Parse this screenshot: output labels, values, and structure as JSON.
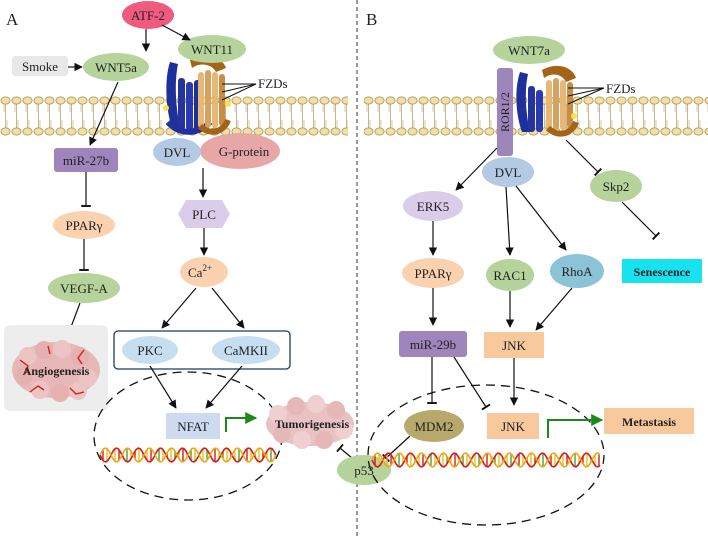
{
  "panel_a": {
    "label": "A",
    "atf2": "ATF-2",
    "smoke": "Smoke",
    "wnt5a": "WNT5a",
    "wnt11": "WNT11",
    "fzds": "FZDs",
    "mir27b": "miR-27b",
    "ppar": "PPARγ",
    "vegfa": "VEGF-A",
    "angiogenesis": "Angiogenesis",
    "dvl": "DVL",
    "gprotein": "G-protein",
    "plc": "PLC",
    "ca": "Ca",
    "ca_sup": "2+",
    "pkc": "PKC",
    "camkii": "CaMKII",
    "nfat": "NFAT",
    "tumorigenesis": "Tumorigenesis"
  },
  "shared": {
    "p53": "p53"
  },
  "panel_b": {
    "label": "B",
    "wnt7a": "WNT7a",
    "ror": "ROR1/2",
    "fzds": "FZDs",
    "dvl": "DVL",
    "erk5": "ERK5",
    "skp2": "Skp2",
    "senescence": "Senescence",
    "ppar": "PPARγ",
    "rac1": "RAC1",
    "rhoa": "RhoA",
    "mir29b": "miR-29b",
    "jnk1": "JNK",
    "mdm2": "MDM2",
    "jnk2": "JNK",
    "metastasis": "Metastasis"
  },
  "colors": {
    "membrane_head": "#d8c48e",
    "membrane_band": "#ececec",
    "green_node": "#b5d39a",
    "purple_node": "#9e86bd",
    "peach_node": "#fad2b0",
    "blue_node": "#b4c9e4",
    "pink_node": "#e7a7a6",
    "atf2": "#ef5a7e",
    "cyan_box": "#17e3f0",
    "orange_box": "#f8c99c",
    "light_blue_box": "#cddaf0",
    "teal_node": "#8cc3d6",
    "receptor_blue": "#1f2f9c",
    "receptor_brown": "#a46417",
    "green_arrow": "#1a8a1a",
    "dna_red": "#d61c1c",
    "dna_yellow": "#e8c018",
    "dna_green": "#4aa03c"
  }
}
